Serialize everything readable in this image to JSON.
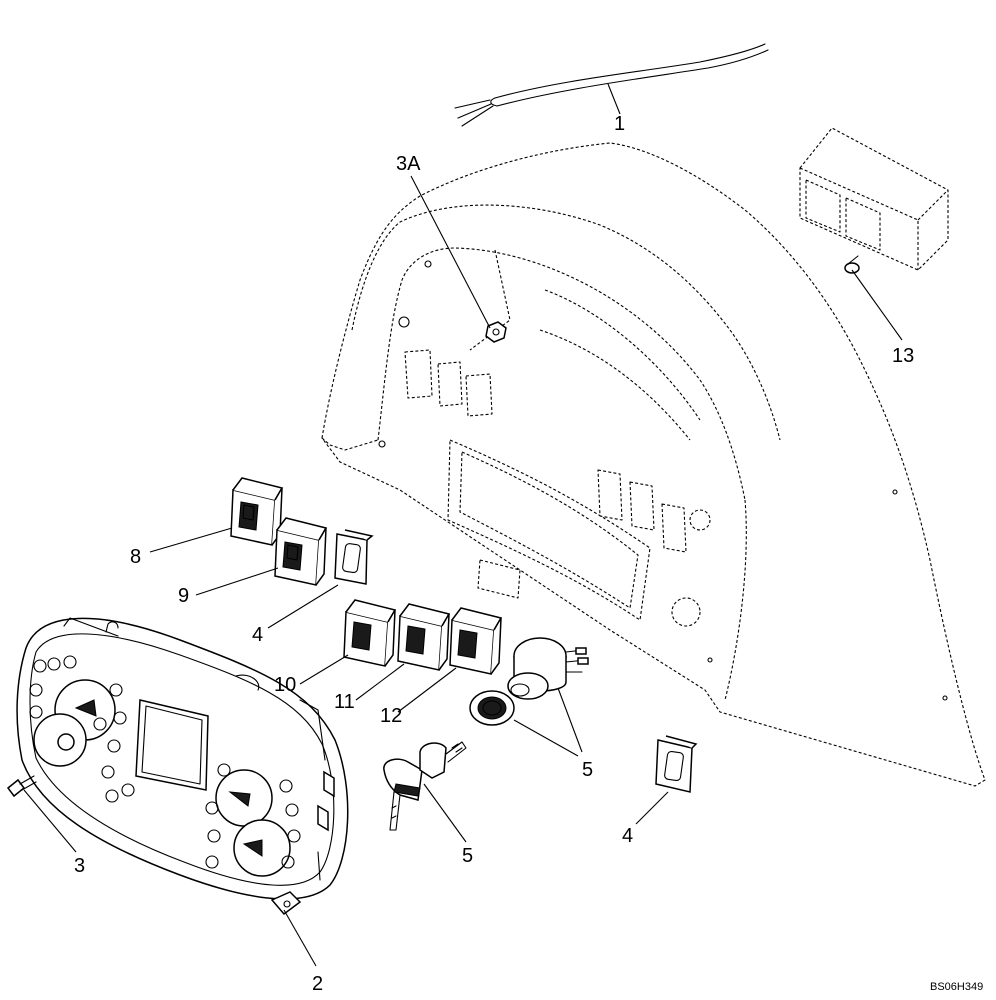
{
  "diagram": {
    "reference_code": "BS06H349",
    "callouts": {
      "c1": "1",
      "c2": "2",
      "c3": "3",
      "c3a": "3A",
      "c4a": "4",
      "c4b": "4",
      "c5a": "5",
      "c5b": "5",
      "c8": "8",
      "c9": "9",
      "c10": "10",
      "c11": "11",
      "c12": "12",
      "c13": "13"
    }
  }
}
